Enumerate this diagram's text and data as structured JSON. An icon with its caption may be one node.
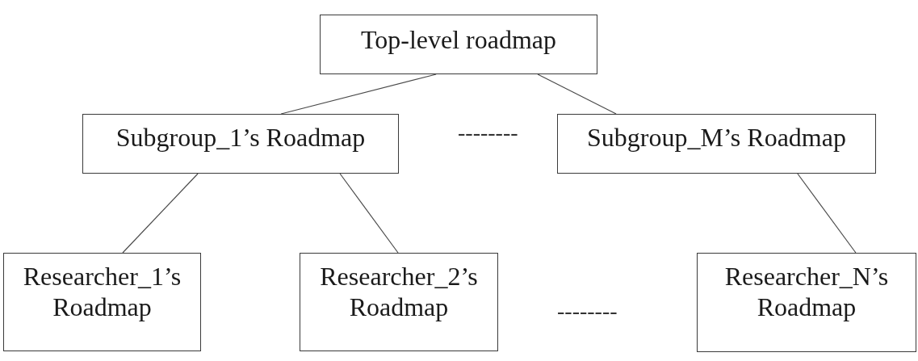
{
  "diagram": {
    "nodes": [
      {
        "text": [
          "Top-level roadmap"
        ]
      },
      {
        "text": [
          "Subgroup_1’s Roadmap"
        ]
      },
      {
        "text": [
          "Subgroup_M’s Roadmap"
        ]
      },
      {
        "text": [
          "Researcher_1’s Roadmap"
        ]
      },
      {
        "text": [
          "Researcher_2’s Roadmap"
        ]
      },
      {
        "text": [
          "Researcher_N’s Roadmap"
        ]
      }
    ],
    "edges": [
      {
        "from": 0,
        "to": 1,
        "arrow": "none"
      },
      {
        "from": 0,
        "to": 2,
        "arrow": "none"
      },
      {
        "from": 1,
        "to": 3,
        "arrow": "none"
      },
      {
        "from": 1,
        "to": 4,
        "arrow": "none"
      },
      {
        "from": 2,
        "to": 5,
        "arrow": "none"
      }
    ],
    "labels": [
      "--------",
      "--------"
    ]
  }
}
